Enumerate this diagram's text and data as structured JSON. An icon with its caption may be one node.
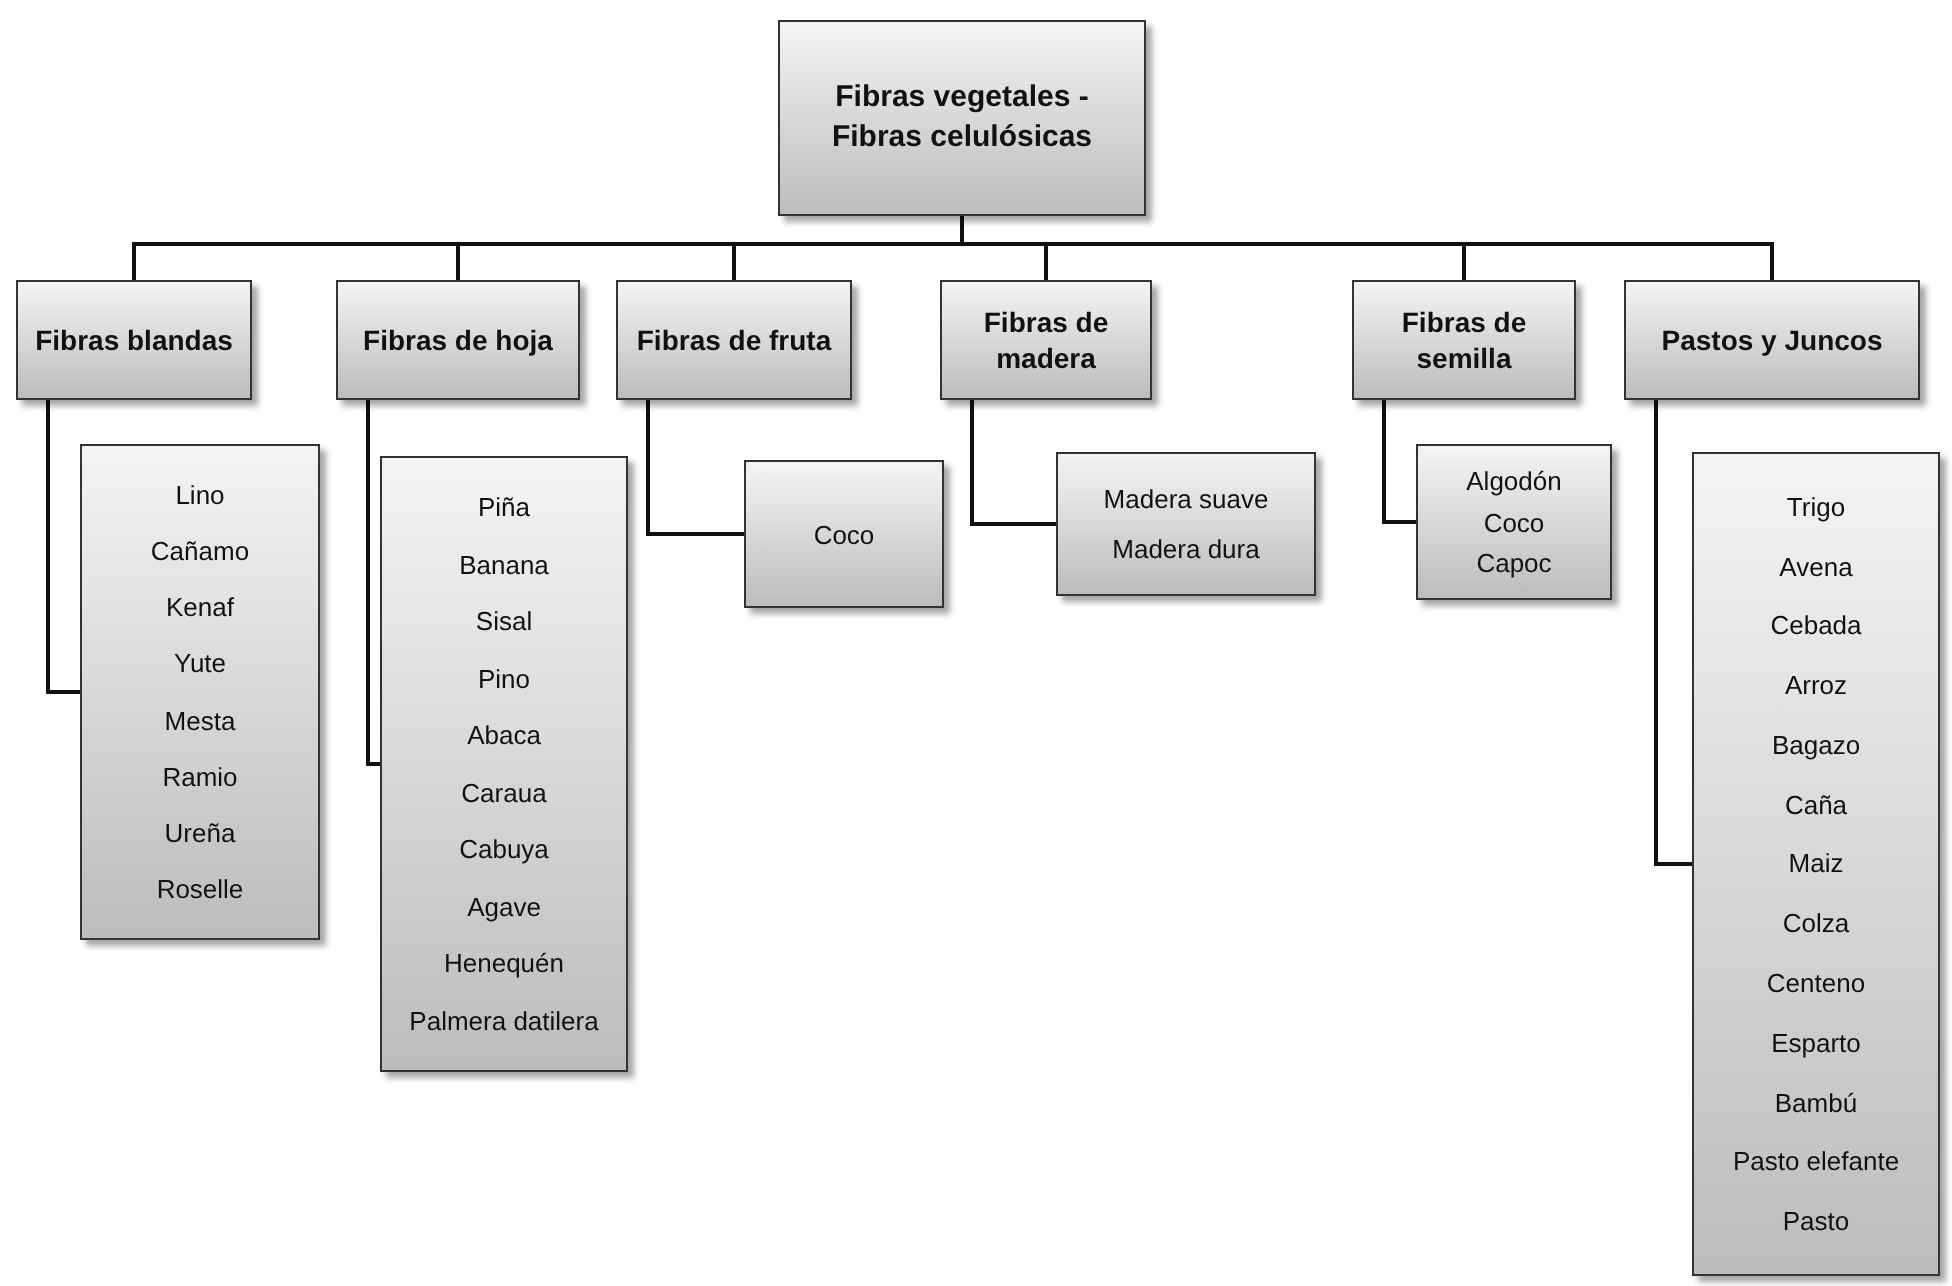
{
  "diagram": {
    "nodes": [
      {
        "text": [
          "Fibras vegetales - Fibras celulósicas"
        ]
      },
      {
        "text": [
          "Fibras blandas"
        ]
      },
      {
        "text": [
          "Fibras de hoja"
        ]
      },
      {
        "text": [
          "Fibras de fruta"
        ]
      },
      {
        "text": [
          "Fibras de madera"
        ]
      },
      {
        "text": [
          "Fibras de semilla"
        ]
      },
      {
        "text": [
          "Pastos y Juncos"
        ]
      },
      {
        "text": [
          "Lino",
          "Cañamo",
          "Kenaf",
          "Yute",
          "Mesta",
          "Ramio",
          "Ureña",
          "Roselle"
        ]
      },
      {
        "text": [
          "Piña",
          "Banana",
          "Sisal",
          "Pino",
          "Abaca",
          "Caraua",
          "Cabuya",
          "Agave",
          "Henequén",
          "Palmera datilera"
        ]
      },
      {
        "text": [
          "Coco"
        ]
      },
      {
        "text": [
          "Madera suave",
          "Madera dura"
        ]
      },
      {
        "text": [
          "Algodón",
          "Coco",
          "Capoc"
        ]
      },
      {
        "text": [
          "Trigo",
          "Avena",
          "Cebada",
          "Arroz",
          "Bagazo",
          "Caña",
          "Maiz",
          "Colza",
          "Centeno",
          "Esparto",
          "Bambú",
          "Pasto elefante",
          "Pasto"
        ]
      }
    ],
    "edges": [
      {
        "from": 0,
        "to": 1,
        "arrow": "none"
      },
      {
        "from": 0,
        "to": 2,
        "arrow": "none"
      },
      {
        "from": 0,
        "to": 3,
        "arrow": "none"
      },
      {
        "from": 0,
        "to": 4,
        "arrow": "none"
      },
      {
        "from": 0,
        "to": 5,
        "arrow": "none"
      },
      {
        "from": 0,
        "to": 6,
        "arrow": "none"
      },
      {
        "from": 1,
        "to": 7,
        "arrow": "none"
      },
      {
        "from": 2,
        "to": 8,
        "arrow": "none"
      },
      {
        "from": 3,
        "to": 9,
        "arrow": "none"
      },
      {
        "from": 4,
        "to": 10,
        "arrow": "none"
      },
      {
        "from": 5,
        "to": 11,
        "arrow": "none"
      },
      {
        "from": 6,
        "to": 12,
        "arrow": "none"
      }
    ]
  }
}
